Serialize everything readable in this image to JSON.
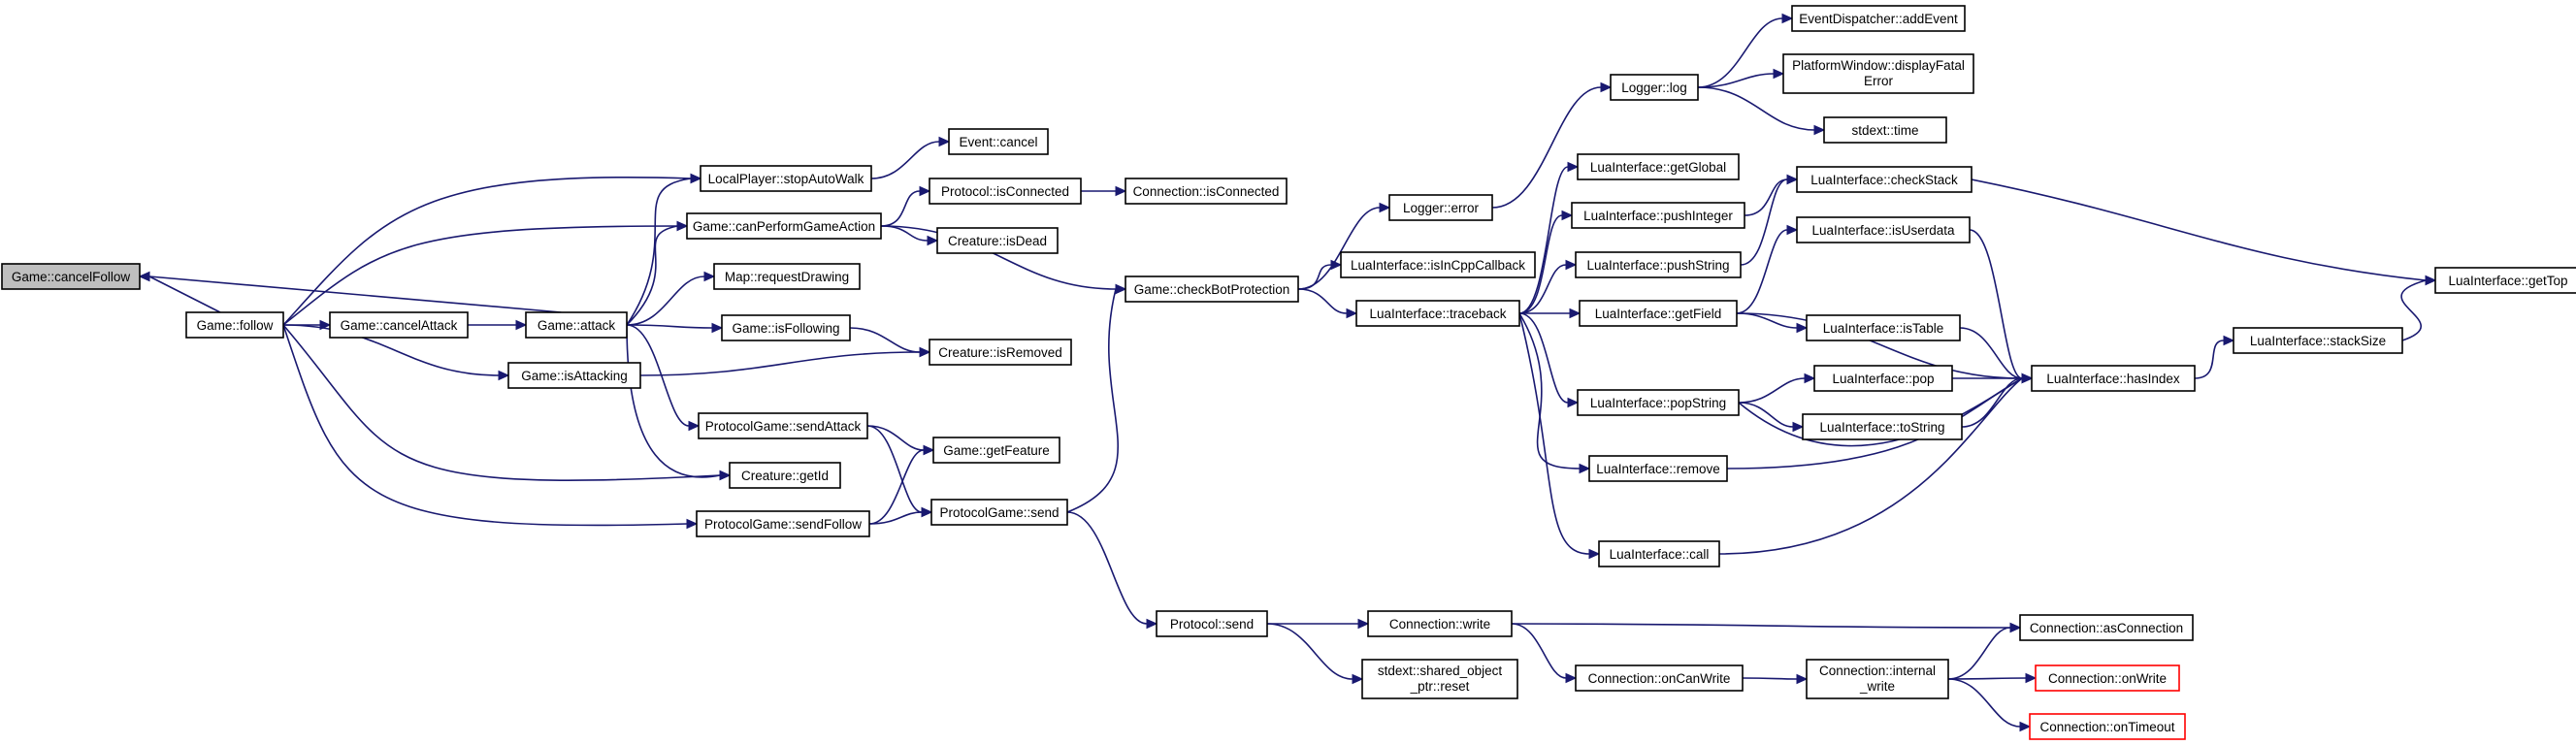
{
  "nodes": [
    {
      "id": "cancelFollow",
      "label": "Game::cancelFollow",
      "style": "root"
    },
    {
      "id": "follow",
      "label": "Game::follow"
    },
    {
      "id": "cancelAttack",
      "label": "Game::cancelAttack"
    },
    {
      "id": "attack",
      "label": "Game::attack"
    },
    {
      "id": "isAttacking",
      "label": "Game::isAttacking"
    },
    {
      "id": "stopAutoWalk",
      "label": "LocalPlayer::stopAutoWalk"
    },
    {
      "id": "eventCancel",
      "label": "Event::cancel"
    },
    {
      "id": "canPerform",
      "label": "Game::canPerformGameAction"
    },
    {
      "id": "protoIsConnected",
      "label": "Protocol::isConnected"
    },
    {
      "id": "connIsConnected",
      "label": "Connection::isConnected"
    },
    {
      "id": "isDead",
      "label": "Creature::isDead"
    },
    {
      "id": "requestDrawing",
      "label": "Map::requestDrawing"
    },
    {
      "id": "isFollowing",
      "label": "Game::isFollowing"
    },
    {
      "id": "isRemoved",
      "label": "Creature::isRemoved"
    },
    {
      "id": "sendAttack",
      "label": "ProtocolGame::sendAttack"
    },
    {
      "id": "getFeature",
      "label": "Game::getFeature"
    },
    {
      "id": "getId",
      "label": "Creature::getId"
    },
    {
      "id": "sendFollow",
      "label": "ProtocolGame::sendFollow"
    },
    {
      "id": "pgSend",
      "label": "ProtocolGame::send"
    },
    {
      "id": "checkBot",
      "label": "Game::checkBotProtection"
    },
    {
      "id": "error",
      "label": "Logger::error"
    },
    {
      "id": "log",
      "label": "Logger::log"
    },
    {
      "id": "addEvent",
      "label": "EventDispatcher::addEvent"
    },
    {
      "id": "displayFatal",
      "label": "PlatformWindow::displayFatal Error",
      "lines": [
        "PlatformWindow::displayFatal",
        "Error"
      ]
    },
    {
      "id": "time",
      "label": "stdext::time"
    },
    {
      "id": "isInCpp",
      "label": "LuaInterface::isInCppCallback"
    },
    {
      "id": "traceback",
      "label": "LuaInterface::traceback"
    },
    {
      "id": "getGlobal",
      "label": "LuaInterface::getGlobal"
    },
    {
      "id": "pushInteger",
      "label": "LuaInterface::pushInteger"
    },
    {
      "id": "pushString",
      "label": "LuaInterface::pushString"
    },
    {
      "id": "getField",
      "label": "LuaInterface::getField"
    },
    {
      "id": "popString",
      "label": "LuaInterface::popString"
    },
    {
      "id": "remove",
      "label": "LuaInterface::remove"
    },
    {
      "id": "call",
      "label": "LuaInterface::call"
    },
    {
      "id": "checkStack",
      "label": "LuaInterface::checkStack"
    },
    {
      "id": "isUserdata",
      "label": "LuaInterface::isUserdata"
    },
    {
      "id": "isTable",
      "label": "LuaInterface::isTable"
    },
    {
      "id": "pop",
      "label": "LuaInterface::pop"
    },
    {
      "id": "toString",
      "label": "LuaInterface::toString"
    },
    {
      "id": "hasIndex",
      "label": "LuaInterface::hasIndex"
    },
    {
      "id": "stackSize",
      "label": "LuaInterface::stackSize"
    },
    {
      "id": "getTop",
      "label": "LuaInterface::getTop"
    },
    {
      "id": "protoSend",
      "label": "Protocol::send"
    },
    {
      "id": "connWrite",
      "label": "Connection::write"
    },
    {
      "id": "sharedReset",
      "label": "stdext::shared_object _ptr::reset",
      "lines": [
        "stdext::shared_object",
        "_ptr::reset"
      ]
    },
    {
      "id": "onCanWrite",
      "label": "Connection::onCanWrite"
    },
    {
      "id": "internalWrite",
      "label": "Connection::internal _write",
      "lines": [
        "Connection::internal",
        "_write"
      ]
    },
    {
      "id": "asConnection",
      "label": "Connection::asConnection"
    },
    {
      "id": "onWrite",
      "label": "Connection::onWrite",
      "style": "red"
    },
    {
      "id": "onTimeout",
      "label": "Connection::onTimeout",
      "style": "red"
    }
  ],
  "edges": [
    {
      "from": "follow",
      "to": "cancelFollow"
    },
    {
      "from": "follow",
      "to": "stopAutoWalk"
    },
    {
      "from": "follow",
      "to": "canPerform"
    },
    {
      "from": "follow",
      "to": "cancelAttack"
    },
    {
      "from": "follow",
      "to": "isAttacking"
    },
    {
      "from": "follow",
      "to": "getId"
    },
    {
      "from": "follow",
      "to": "sendFollow"
    },
    {
      "from": "cancelAttack",
      "to": "attack"
    },
    {
      "from": "attack",
      "to": "cancelFollow"
    },
    {
      "from": "attack",
      "to": "stopAutoWalk"
    },
    {
      "from": "attack",
      "to": "canPerform"
    },
    {
      "from": "attack",
      "to": "requestDrawing"
    },
    {
      "from": "attack",
      "to": "isFollowing"
    },
    {
      "from": "attack",
      "to": "sendAttack"
    },
    {
      "from": "attack",
      "to": "getId"
    },
    {
      "from": "isAttacking",
      "to": "isRemoved"
    },
    {
      "from": "stopAutoWalk",
      "to": "eventCancel"
    },
    {
      "from": "canPerform",
      "to": "protoIsConnected"
    },
    {
      "from": "canPerform",
      "to": "isDead"
    },
    {
      "from": "canPerform",
      "to": "checkBot"
    },
    {
      "from": "protoIsConnected",
      "to": "connIsConnected"
    },
    {
      "from": "isFollowing",
      "to": "isRemoved"
    },
    {
      "from": "sendAttack",
      "to": "getFeature"
    },
    {
      "from": "sendAttack",
      "to": "pgSend"
    },
    {
      "from": "sendFollow",
      "to": "getFeature"
    },
    {
      "from": "sendFollow",
      "to": "pgSend"
    },
    {
      "from": "pgSend",
      "to": "checkBot"
    },
    {
      "from": "pgSend",
      "to": "protoSend"
    },
    {
      "from": "checkBot",
      "to": "error"
    },
    {
      "from": "checkBot",
      "to": "isInCpp"
    },
    {
      "from": "checkBot",
      "to": "traceback"
    },
    {
      "from": "error",
      "to": "log"
    },
    {
      "from": "log",
      "to": "addEvent"
    },
    {
      "from": "log",
      "to": "displayFatal"
    },
    {
      "from": "log",
      "to": "time"
    },
    {
      "from": "traceback",
      "to": "getGlobal"
    },
    {
      "from": "traceback",
      "to": "pushInteger"
    },
    {
      "from": "traceback",
      "to": "pushString"
    },
    {
      "from": "traceback",
      "to": "getField"
    },
    {
      "from": "traceback",
      "to": "popString"
    },
    {
      "from": "traceback",
      "to": "remove"
    },
    {
      "from": "traceback",
      "to": "call"
    },
    {
      "from": "pushInteger",
      "to": "checkStack"
    },
    {
      "from": "pushString",
      "to": "checkStack"
    },
    {
      "from": "getField",
      "to": "isUserdata"
    },
    {
      "from": "getField",
      "to": "isTable"
    },
    {
      "from": "getField",
      "to": "hasIndex"
    },
    {
      "from": "popString",
      "to": "pop"
    },
    {
      "from": "popString",
      "to": "toString"
    },
    {
      "from": "popString",
      "to": "hasIndex"
    },
    {
      "from": "remove",
      "to": "hasIndex"
    },
    {
      "from": "call",
      "to": "hasIndex"
    },
    {
      "from": "checkStack",
      "to": "getTop"
    },
    {
      "from": "isUserdata",
      "to": "hasIndex"
    },
    {
      "from": "isTable",
      "to": "hasIndex"
    },
    {
      "from": "pop",
      "to": "hasIndex"
    },
    {
      "from": "toString",
      "to": "hasIndex"
    },
    {
      "from": "hasIndex",
      "to": "stackSize"
    },
    {
      "from": "stackSize",
      "to": "getTop"
    },
    {
      "from": "protoSend",
      "to": "connWrite"
    },
    {
      "from": "protoSend",
      "to": "sharedReset"
    },
    {
      "from": "connWrite",
      "to": "asConnection"
    },
    {
      "from": "connWrite",
      "to": "onCanWrite"
    },
    {
      "from": "onCanWrite",
      "to": "internalWrite"
    },
    {
      "from": "internalWrite",
      "to": "asConnection"
    },
    {
      "from": "internalWrite",
      "to": "onWrite"
    },
    {
      "from": "internalWrite",
      "to": "onTimeout"
    }
  ]
}
